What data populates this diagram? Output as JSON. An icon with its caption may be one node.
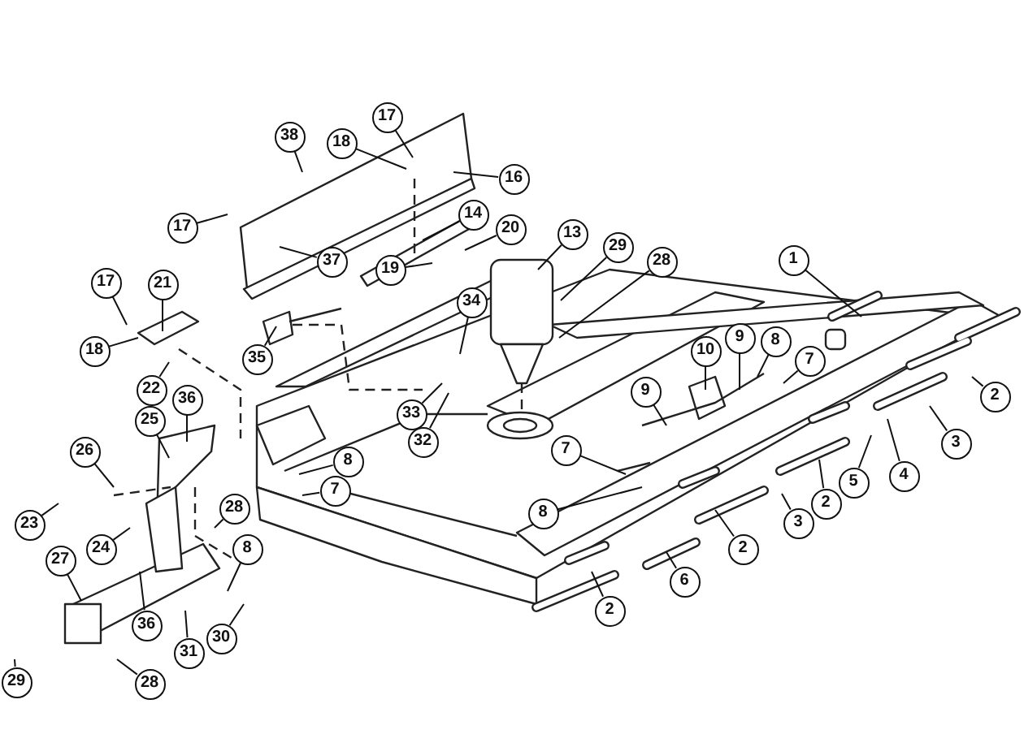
{
  "diagram": {
    "nodes": [
      {
        "text": [
          "38"
        ]
      },
      {
        "text": [
          "17"
        ]
      },
      {
        "text": [
          "18"
        ]
      },
      {
        "text": [
          "16"
        ]
      },
      {
        "text": [
          "17"
        ]
      },
      {
        "text": [
          "37"
        ]
      },
      {
        "text": [
          "14"
        ]
      },
      {
        "text": [
          "20"
        ]
      },
      {
        "text": [
          "19"
        ]
      },
      {
        "text": [
          "13"
        ]
      },
      {
        "text": [
          "29"
        ]
      },
      {
        "text": [
          "28"
        ]
      },
      {
        "text": [
          "1"
        ]
      },
      {
        "text": [
          "17"
        ]
      },
      {
        "text": [
          "21"
        ]
      },
      {
        "text": [
          "18"
        ]
      },
      {
        "text": [
          "22"
        ]
      },
      {
        "text": [
          "35"
        ]
      },
      {
        "text": [
          "34"
        ]
      },
      {
        "text": [
          "36"
        ]
      },
      {
        "text": [
          "25"
        ]
      },
      {
        "text": [
          "10"
        ]
      },
      {
        "text": [
          "9"
        ]
      },
      {
        "text": [
          "8"
        ]
      },
      {
        "text": [
          "7"
        ]
      },
      {
        "text": [
          "9"
        ]
      },
      {
        "text": [
          "33"
        ]
      },
      {
        "text": [
          "32"
        ]
      },
      {
        "text": [
          "26"
        ]
      },
      {
        "text": [
          "2"
        ]
      },
      {
        "text": [
          "3"
        ]
      },
      {
        "text": [
          "8"
        ]
      },
      {
        "text": [
          "7"
        ]
      },
      {
        "text": [
          "28"
        ]
      },
      {
        "text": [
          "7"
        ]
      },
      {
        "text": [
          "4"
        ]
      },
      {
        "text": [
          "5"
        ]
      },
      {
        "text": [
          "23"
        ]
      },
      {
        "text": [
          "24"
        ]
      },
      {
        "text": [
          "2"
        ]
      },
      {
        "text": [
          "3"
        ]
      },
      {
        "text": [
          "8"
        ]
      },
      {
        "text": [
          "27"
        ]
      },
      {
        "text": [
          "8"
        ]
      },
      {
        "text": [
          "2"
        ]
      },
      {
        "text": [
          "6"
        ]
      },
      {
        "text": [
          "36"
        ]
      },
      {
        "text": [
          "31"
        ]
      },
      {
        "text": [
          "30"
        ]
      },
      {
        "text": [
          "2"
        ]
      },
      {
        "text": [
          "29"
        ]
      },
      {
        "text": [
          "28"
        ]
      }
    ],
    "edges": [
      {
        "from": 0,
        "to": null,
        "arrow": "none"
      },
      {
        "from": 1,
        "to": null,
        "arrow": "none"
      },
      {
        "from": 2,
        "to": null,
        "arrow": "none"
      },
      {
        "from": 3,
        "to": null,
        "arrow": "none"
      },
      {
        "from": 4,
        "to": null,
        "arrow": "none"
      },
      {
        "from": 5,
        "to": null,
        "arrow": "none"
      },
      {
        "from": 6,
        "to": null,
        "arrow": "none"
      },
      {
        "from": 7,
        "to": null,
        "arrow": "none"
      },
      {
        "from": 8,
        "to": null,
        "arrow": "none"
      },
      {
        "from": 9,
        "to": null,
        "arrow": "none"
      },
      {
        "from": 10,
        "to": null,
        "arrow": "none"
      },
      {
        "from": 11,
        "to": null,
        "arrow": "none"
      },
      {
        "from": 12,
        "to": null,
        "arrow": "none"
      },
      {
        "from": 13,
        "to": null,
        "arrow": "none"
      },
      {
        "from": 14,
        "to": null,
        "arrow": "none"
      },
      {
        "from": 15,
        "to": null,
        "arrow": "none"
      },
      {
        "from": 16,
        "to": null,
        "arrow": "none"
      },
      {
        "from": 17,
        "to": null,
        "arrow": "none"
      },
      {
        "from": 18,
        "to": null,
        "arrow": "none"
      },
      {
        "from": 19,
        "to": null,
        "arrow": "none"
      },
      {
        "from": 20,
        "to": null,
        "arrow": "none"
      },
      {
        "from": 21,
        "to": null,
        "arrow": "none"
      },
      {
        "from": 22,
        "to": null,
        "arrow": "none"
      },
      {
        "from": 23,
        "to": null,
        "arrow": "none"
      },
      {
        "from": 24,
        "to": null,
        "arrow": "none"
      },
      {
        "from": 25,
        "to": null,
        "arrow": "none"
      },
      {
        "from": 26,
        "to": null,
        "arrow": "none"
      },
      {
        "from": 27,
        "to": null,
        "arrow": "none"
      },
      {
        "from": 28,
        "to": null,
        "arrow": "none"
      },
      {
        "from": 29,
        "to": null,
        "arrow": "none"
      },
      {
        "from": 30,
        "to": null,
        "arrow": "none"
      },
      {
        "from": 31,
        "to": null,
        "arrow": "none"
      },
      {
        "from": 32,
        "to": null,
        "arrow": "none"
      },
      {
        "from": 33,
        "to": null,
        "arrow": "none"
      },
      {
        "from": 34,
        "to": null,
        "arrow": "none"
      },
      {
        "from": 35,
        "to": null,
        "arrow": "none"
      },
      {
        "from": 36,
        "to": null,
        "arrow": "none"
      },
      {
        "from": 37,
        "to": null,
        "arrow": "none"
      },
      {
        "from": 38,
        "to": null,
        "arrow": "none"
      },
      {
        "from": 39,
        "to": null,
        "arrow": "none"
      },
      {
        "from": 40,
        "to": null,
        "arrow": "none"
      },
      {
        "from": 41,
        "to": null,
        "arrow": "none"
      },
      {
        "from": 42,
        "to": null,
        "arrow": "none"
      },
      {
        "from": 43,
        "to": null,
        "arrow": "none"
      },
      {
        "from": 44,
        "to": null,
        "arrow": "none"
      },
      {
        "from": 45,
        "to": null,
        "arrow": "none"
      },
      {
        "from": 46,
        "to": null,
        "arrow": "none"
      },
      {
        "from": 47,
        "to": null,
        "arrow": "none"
      },
      {
        "from": 48,
        "to": null,
        "arrow": "none"
      },
      {
        "from": 49,
        "to": null,
        "arrow": "none"
      },
      {
        "from": 50,
        "to": null,
        "arrow": "none"
      },
      {
        "from": 51,
        "to": null,
        "arrow": "none"
      }
    ]
  }
}
